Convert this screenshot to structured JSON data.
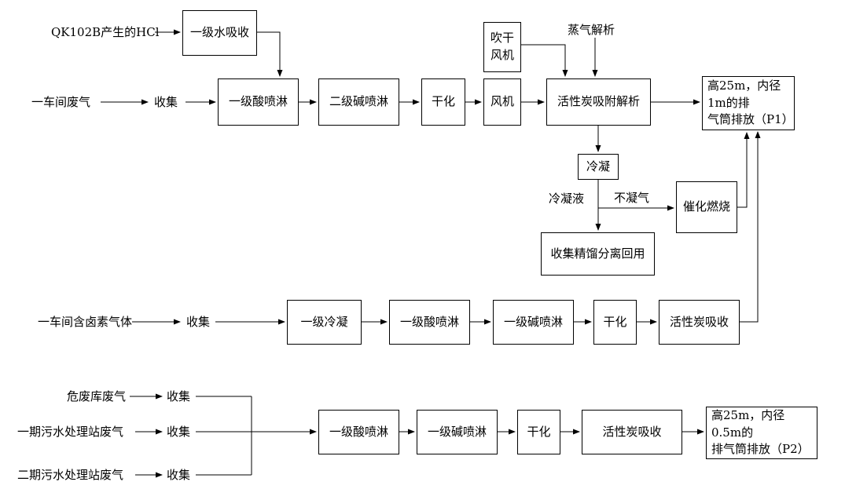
{
  "colors": {
    "background": "#ffffff",
    "line": "#000000",
    "text": "#000000",
    "box_border": "#000000"
  },
  "nodes": {
    "qk102b_source": "QK102B产生的HCl",
    "water_absorption": "一级水吸收",
    "blow_dry_fan": "吹干\n风机",
    "steam_desorption": "蒸气解析",
    "workshop1_gas": "一车间废气",
    "collect_r2": "收集",
    "acid_spray_r2": "一级酸喷淋",
    "alkali_spray_r2": "二级碱喷淋",
    "drying_r2": "干化",
    "fan_r2": "风机",
    "carbon_adsorb_desorb": "活性炭吸附解析",
    "stack_p1": "高25m，内径1m的排\n气筒排放（P1）",
    "condensation": "冷凝",
    "condensate_label": "冷凝液",
    "noncondensable_label": "不凝气",
    "distill_recycle": "收集精馏分离回用",
    "catalytic_combustion": "催化燃烧",
    "workshop1_halogen_gas": "一车间含卤素气体",
    "collect_r3": "收集",
    "condensation_1": "一级冷凝",
    "acid_spray_r3": "一级酸喷淋",
    "alkali_spray_r3": "一级碱喷淋",
    "drying_r3": "干化",
    "carbon_absorb_r3": "活性炭吸收",
    "hazwaste_gas": "危废库废气",
    "collect_r4a": "收集",
    "sewage1_gas": "一期污水处理站废气",
    "collect_r4b": "收集",
    "sewage2_gas": "二期污水处理站废气",
    "collect_r4c": "收集",
    "acid_spray_r4": "一级酸喷淋",
    "alkali_spray_r4": "一级碱喷淋",
    "drying_r4": "干化",
    "carbon_absorb_r4": "活性炭吸收",
    "stack_p2": "高25m，内径0.5m的\n排气筒排放（P2）"
  }
}
